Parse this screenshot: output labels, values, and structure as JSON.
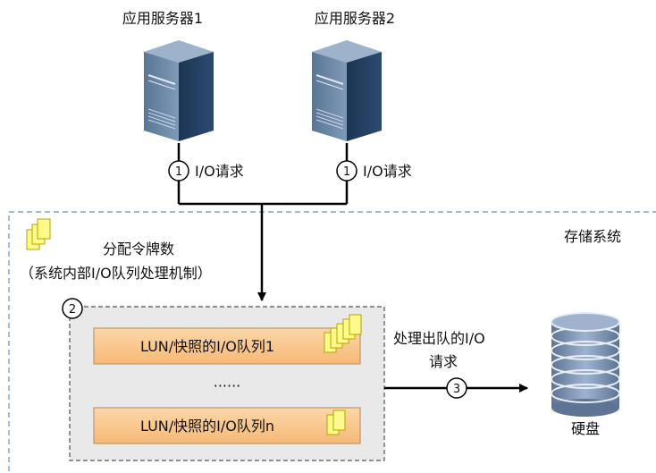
{
  "servers": [
    {
      "label": "应用服务器1"
    },
    {
      "label": "应用服务器2"
    }
  ],
  "io_requests": [
    {
      "step": "1",
      "label": "I/O请求"
    },
    {
      "step": "1",
      "label": "I/O请求"
    }
  ],
  "storage": {
    "title": "存储系统",
    "token_label": "分配令牌数",
    "token_desc": "（系统内部I/O队列处理机制）",
    "queue_step": "2",
    "queues": [
      {
        "label": "LUN/快照的I/O队列1"
      },
      {
        "label": "LUN/快照的I/O队列n"
      }
    ],
    "ellipsis": "······",
    "dequeue_line1": "处理出队的I/O",
    "dequeue_line2": "请求",
    "dequeue_step": "3",
    "disk_label": "硬盘"
  },
  "colors": {
    "queue_fill": "#f9c890",
    "queue_border": "#c0956a",
    "token_fill": "#fdf98a",
    "token_border": "#b9a300",
    "dashed_border": "#6f8fb4",
    "group_fill": "#e9e9e9",
    "disk_fill": "#6f86a8"
  }
}
